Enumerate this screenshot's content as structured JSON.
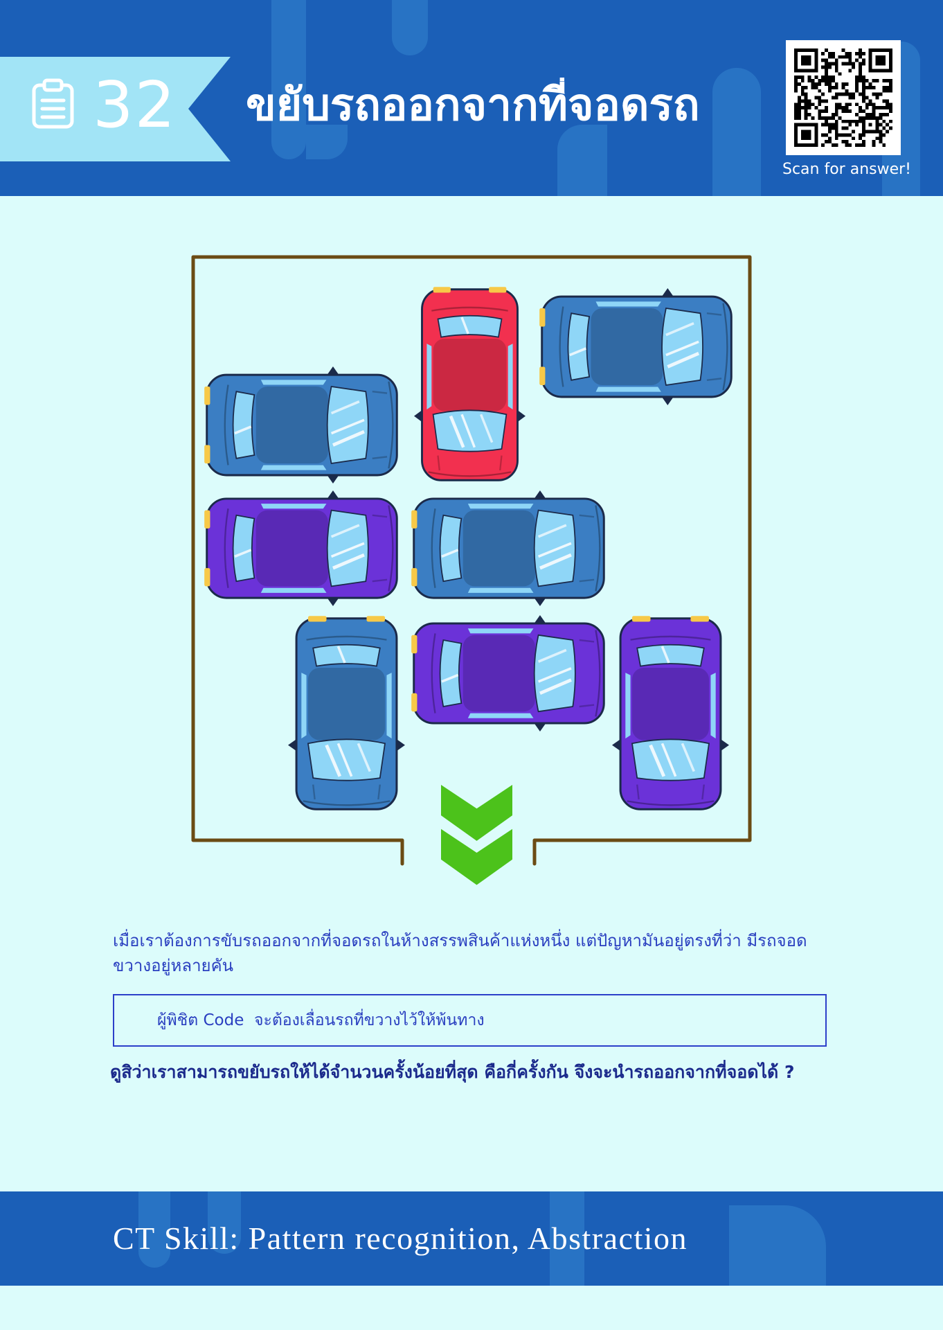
{
  "header": {
    "icon": "clipboard-icon",
    "number": "32",
    "title": "ขยับรถออกจากที่จอดรถ",
    "qr_caption": "Scan for answer!"
  },
  "puzzle": {
    "exit_icon": "double-chevron-down-icon",
    "car_colors": {
      "red": "#f2304f",
      "blue": "#3b7ec3",
      "purple": "#6b32d8"
    },
    "description": "เมื่อเราต้องการขับรถออกจากที่จอดรถในห้างสรรพสินค้าแห่งหนึ่ง แต่ปัญหามันอยู่ตรงที่ว่า มีรถจอดขวางอยู่หลายคัน",
    "rule": "ผู้พิชิต Code  จะต้องเลื่อนรถที่ขวางไว้ให้พ้นทาง",
    "question": "ดูสิว่าเราสามารถขยับรถให้ได้จำนวนครั้งน้อยที่สุด คือกี่ครั้งกัน จึงจะนำรถออกจากที่จอดได้ ?"
  },
  "footer": {
    "skill": "CT Skill: Pattern recognition, Abstraction"
  },
  "colors": {
    "header_bg": "#1b5fb7",
    "ribbon": "#a2e4f6",
    "page_bg": "#dcfcfb",
    "wall": "#6b4b14",
    "arrow": "#4cc21b",
    "text_blue": "#2a3fc0",
    "question": "#1b2a8c"
  }
}
